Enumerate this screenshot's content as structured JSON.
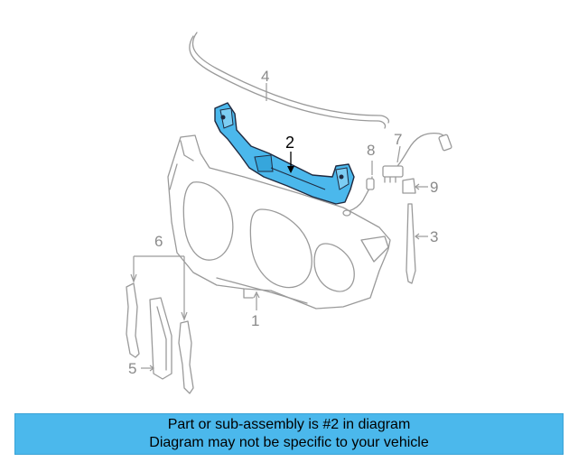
{
  "banner": {
    "line1": "Part or sub-assembly is #2 in diagram",
    "line2": "Diagram may not be specific to your vehicle",
    "color": "#4bb8ec"
  },
  "diagram": {
    "highlight_color": "#4bb8ec",
    "callouts": {
      "c1": "1",
      "c2": "2",
      "c3": "3",
      "c4": "4",
      "c5": "5",
      "c6": "6",
      "c7": "7",
      "c8": "8",
      "c9": "9"
    }
  }
}
